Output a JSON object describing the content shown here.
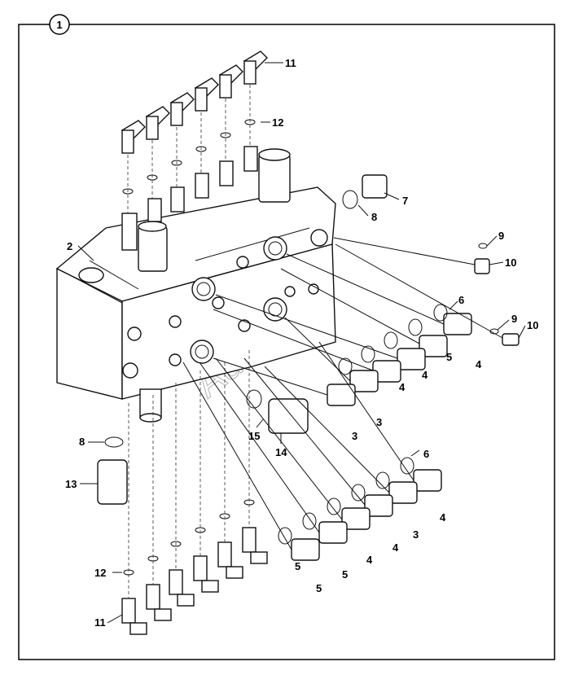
{
  "title_number": "1",
  "watermark": "AutoSoft",
  "callouts": [
    "2",
    "3",
    "3",
    "3",
    "4",
    "4",
    "4",
    "4",
    "4",
    "4",
    "5",
    "5",
    "5",
    "5",
    "6",
    "6",
    "7",
    "8",
    "8",
    "9",
    "9",
    "10",
    "10",
    "11",
    "11",
    "12",
    "12",
    "13",
    "14",
    "15"
  ]
}
